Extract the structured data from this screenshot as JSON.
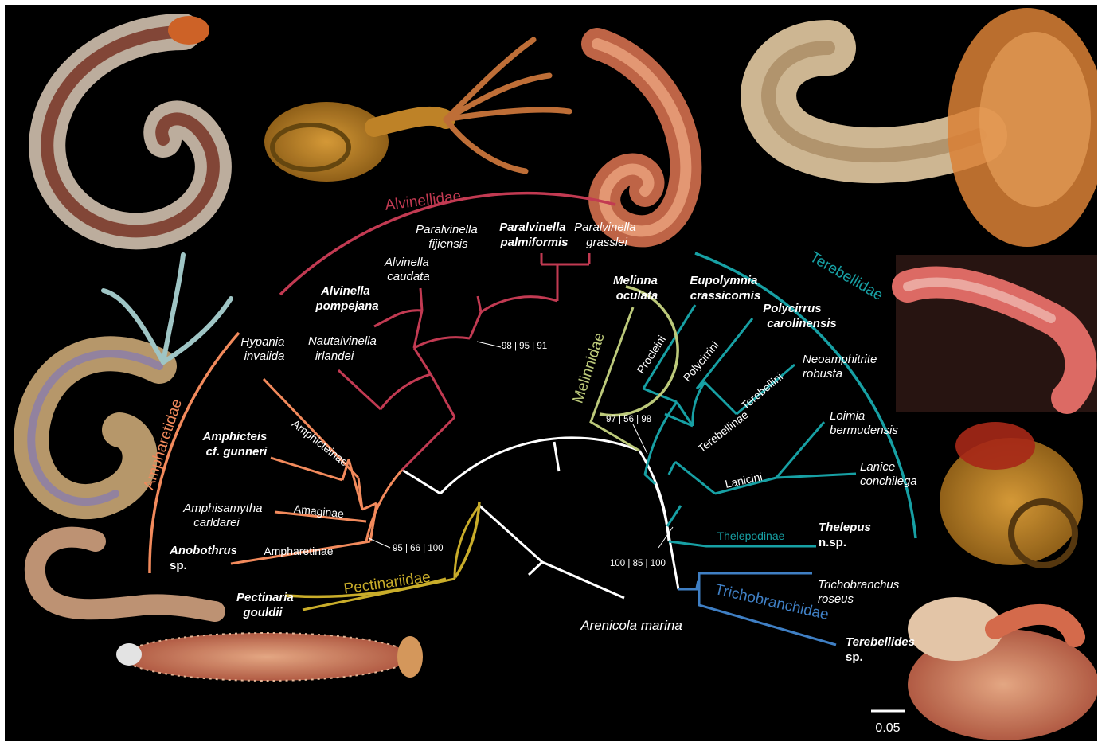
{
  "colors": {
    "background": "#000000",
    "root": "#ffffff",
    "alvinellidae": "#c23a52",
    "ampharetidae": "#f28a5c",
    "pectinariidae": "#c9ad2a",
    "melinnidae": "#bcc97a",
    "terebellidae": "#17a0a4",
    "trichobranchidae": "#3f7fc4"
  },
  "families": {
    "alvinellidae": "Alvinellidae",
    "ampharetidae": "Ampharetidae",
    "pectinariidae": "Pectinariidae",
    "melinnidae": "Melinnidae",
    "terebellidae": "Terebellidae",
    "trichobranchidae": "Trichobranchidae"
  },
  "taxa": {
    "paralvinella_fijiensis": [
      "Paralvinella",
      "fijiensis"
    ],
    "paralvinella_palmiformis": [
      "Paralvinella",
      "palmiformis"
    ],
    "paralvinella_grasslei": [
      "Paralvinella",
      "grasslei"
    ],
    "alvinella_caudata": [
      "Alvinella",
      "caudata"
    ],
    "alvinella_pompejana": [
      "Alvinella",
      "pompejana"
    ],
    "nautalvinella_irlandei": [
      "Nautalvinella",
      "irlandei"
    ],
    "hypania_invalida": [
      "Hypania",
      "invalida"
    ],
    "amphicteis_gunneri": [
      "Amphicteis",
      "cf. gunneri"
    ],
    "amphisamytha_carldarei": [
      "Amphisamytha",
      "carldarei"
    ],
    "anobothrus_sp": [
      "Anobothrus",
      "sp."
    ],
    "pectinaria_gouldii": [
      "Pectinaria",
      "gouldii"
    ],
    "arenicola_marina": "Arenicola marina",
    "melinna_oculata": [
      "Melinna",
      "oculata"
    ],
    "eupolymnia_crassicornis": [
      "Eupolymnia",
      "crassicornis"
    ],
    "polycirrus_carolinensis": [
      "Polycirrus",
      "carolinensis"
    ],
    "neoamphitrite_robusta": [
      "Neoamphitrite",
      "robusta"
    ],
    "loimia_bermudensis": [
      "Loimia",
      "bermudensis"
    ],
    "lanice_conchilega": [
      "Lanice",
      "conchilega"
    ],
    "thelepus_nsp": [
      "Thelepus",
      "n.sp."
    ],
    "trichobranchus_roseus": [
      "Trichobranchus",
      "roseus"
    ],
    "terebellides_sp": [
      "Terebellides",
      "sp."
    ]
  },
  "subfamilies": {
    "amphicteinae": "Amphicteinae",
    "amaginae": "Amaginae",
    "ampharetinae": "Ampharetinae",
    "procleini": "Procleini",
    "polycirrini": "Polycirrini",
    "terebellini": "Terebellini",
    "terebellinae": "Terebellinae",
    "lanicini": "Lanicini",
    "thelepodinae": "Thelepodinae"
  },
  "support": {
    "alvinellidae": "98 | 95 | 91",
    "ampharetidae": "95 | 66 | 100",
    "melinnidae_node": "97 | 56 | 98",
    "terebellidae_node": "100 | 85 | 100"
  },
  "scale_bar": "0.05"
}
